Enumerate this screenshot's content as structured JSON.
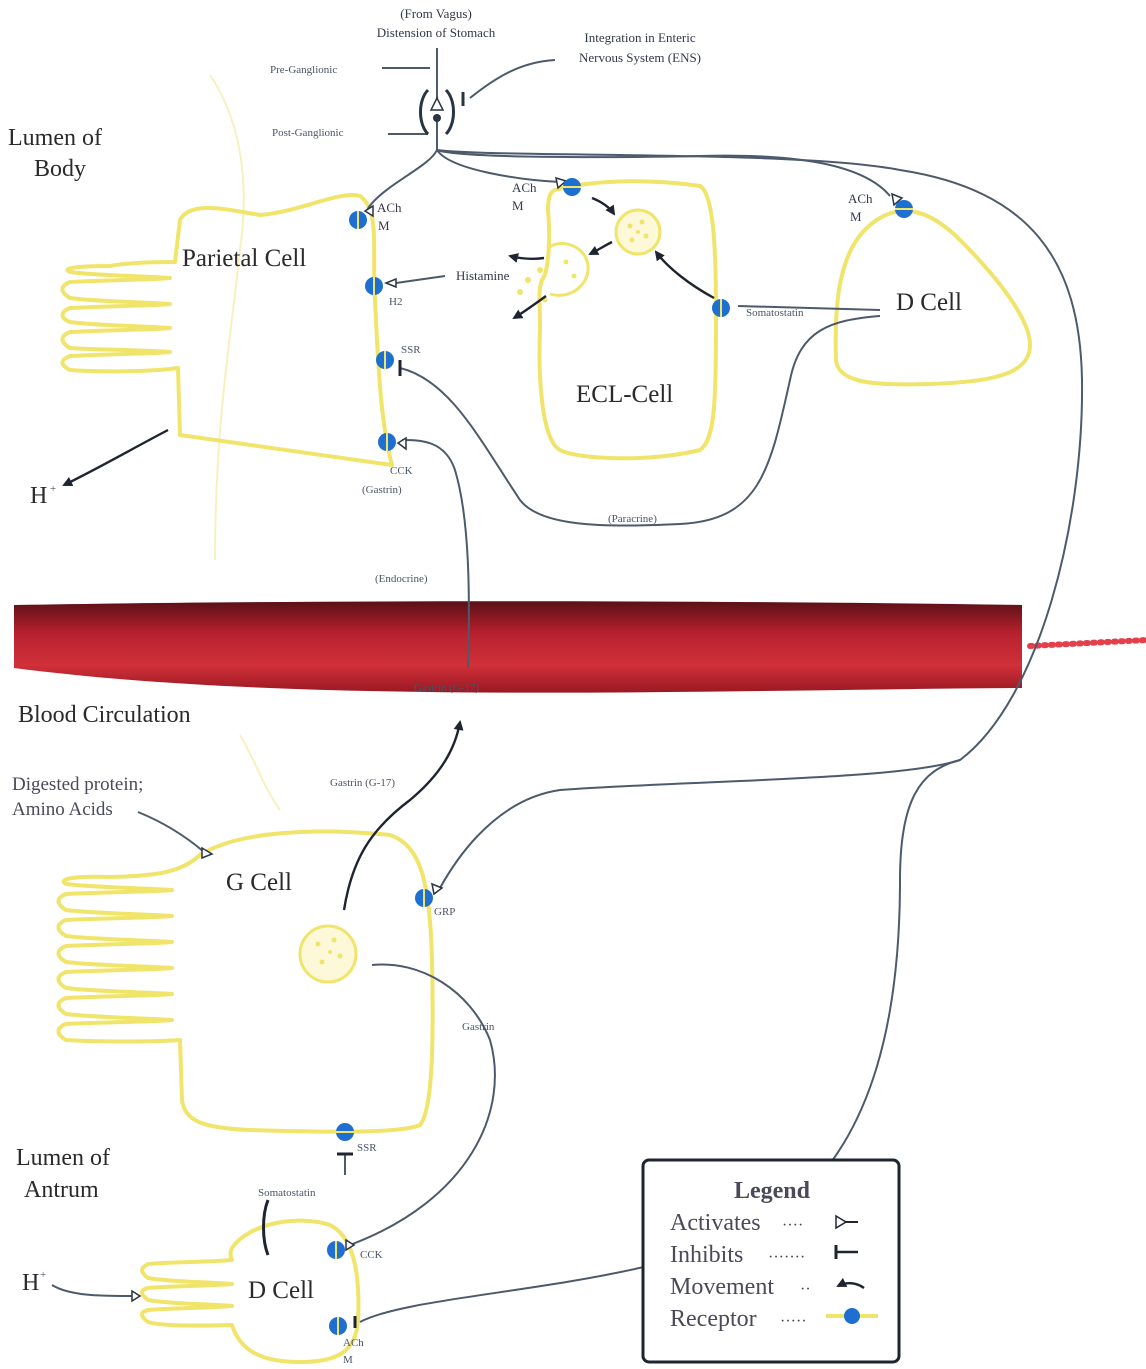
{
  "labels": {
    "vagus_line1": "(From Vagus)",
    "vagus_line2": "Distension of Stomach",
    "ens_line1": "Integration in Enteric",
    "ens_line2": "Nervous System (ENS)",
    "pre_ganglionic": "Pre-Ganglionic",
    "post_ganglionic": "Post-Ganglionic",
    "lumen_body_line1": "Lumen of",
    "lumen_body_line2": "Body",
    "parietal_cell": "Parietal Cell",
    "ecl_cell": "ECL-Cell",
    "d_cell_top": "D Cell",
    "ach_m3_parietal": "ACh",
    "m3_parietal": "M",
    "ach_ecl": "ACh",
    "m_ecl": "M",
    "ach_dcell": "ACh",
    "m_dcell": "M",
    "histamine": "Histamine",
    "h2": "H2",
    "ssr_parietal": "SSR",
    "somatostatin_top": "Somatostatin",
    "cck_label": "CCK",
    "gastrin_paren": "(Gastrin)",
    "paracrine": "(Paracrine)",
    "endocrine": "(Endocrine)",
    "h_plus_top": "H",
    "h_plus_sup": "+",
    "gastrin_g17_vessel": "Gastrin (G-17)",
    "blood_circulation": "Blood Circulation",
    "gastrin_g17_arrow": "Gastrin (G-17)",
    "digested_line1": "Digested protein;",
    "digested_line2": "Amino Acids",
    "g_cell": "G Cell",
    "grp": "GRP",
    "gastrin_lower": "Gastrin",
    "ssr_gcell": "SSR",
    "lumen_antrum_line1": "Lumen of",
    "lumen_antrum_line2": "Antrum",
    "somatostatin_lower": "Somatostatin",
    "cck2_lower": "CCK",
    "h_plus_bottom": "H",
    "d_cell_bottom": "D Cell",
    "ach_bottom": "ACh",
    "m_bottom": "M"
  },
  "legend": {
    "title": "Legend",
    "items": [
      {
        "label": "Activates",
        "dots": "····",
        "symbol": "activates-arrow"
      },
      {
        "label": "Inhibits",
        "dots": "·······",
        "symbol": "inhibits-bar"
      },
      {
        "label": "Movement",
        "dots": "··",
        "symbol": "movement-arrow"
      },
      {
        "label": "Receptor",
        "dots": "·····",
        "symbol": "receptor-dot"
      }
    ]
  },
  "colors": {
    "membrane": "#f0e46a",
    "receptor": "#1f6fd0",
    "nerve": "#4c5a6c",
    "blood": "#b8202e"
  }
}
